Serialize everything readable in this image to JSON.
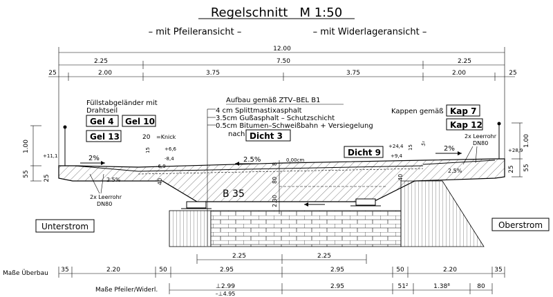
{
  "title": "Regelschnitt   M 1:50",
  "subtitle_left": "– mit Pfeileransicht –",
  "subtitle_right": "– mit Widerlageransicht –",
  "top_dims": {
    "total": "12.00",
    "row2": [
      "2.25",
      "7.50",
      "2.25"
    ],
    "row3": [
      "25",
      "2.00",
      "3.75",
      "3.75",
      "2.00",
      "25"
    ]
  },
  "left_labels": {
    "fuell_line1": "Füllstabgeländer mit",
    "fuell_line2": "Drahtseil",
    "gel4": "Gel 4",
    "gel10": "Gel 10",
    "gel13": "Gel 13",
    "knick_val": "20",
    "knick_label": "=Knick",
    "v1": "+11,1",
    "v2": "+6,6",
    "v3": "-8,4",
    "v4": "-6,9",
    "slope_left": "2%",
    "slope_left2": "2.5%",
    "leerrohr1": "2x  Leerrohr",
    "leerrohr2": "DN80",
    "dim_100": "1.00",
    "dim_55": "55",
    "dim_25": "25",
    "dim_15": "15",
    "dim_40": "40"
  },
  "aufbau": {
    "heading": "Aufbau  gemäß  ZTV–BEL  B1",
    "l1": "4  cm  Splittmastixasphalt",
    "l2": "3.5cm  Gußasphalt  –  Schutzschicht",
    "l3": "0.5cm  Bitumen–Schweißbahn  +  Versiegelung",
    "l4": "nach",
    "dicht3": "Dicht 3"
  },
  "right_labels": {
    "kappen": "Kappen gemäß",
    "kap7": "Kap 7",
    "kap12": "Kap 12",
    "dicht9": "Dicht 9",
    "v1": "+24,4",
    "v2": "+9,4",
    "v3": "+28,9",
    "slope_right": "2%",
    "slope_right2": "2.5%",
    "leerrohr1": "2x  Leerrohr",
    "leerrohr2": "DN80",
    "dim_100": "1.00",
    "dim_55": "55",
    "dim_25": "25",
    "dim_15": "15",
    "dim_51": "5¹",
    "dim_40": "40"
  },
  "center": {
    "slope_main": "2.5%",
    "zero": "0,00cm",
    "concrete": "B 35",
    "dim_8": "8",
    "dim_80": "80",
    "dim_230": "2.30"
  },
  "side": {
    "left": "Unterstrom",
    "right": "Oberstrom"
  },
  "bottom": {
    "row_a": [
      "2.25",
      "2.25"
    ],
    "label_ueberbau": "Maße Überbau",
    "ueberbau": [
      "35",
      "2.20",
      "50",
      "2.95",
      "2.95",
      "50",
      "2.20",
      "35"
    ],
    "label_pfeiler": "Maße Pfeiler/Widerl.",
    "pfeiler": [
      "⊥2.99",
      "2.95",
      "51²",
      "1.38⁸",
      "80"
    ],
    "pfeiler_sub": "–⊥4.95"
  }
}
